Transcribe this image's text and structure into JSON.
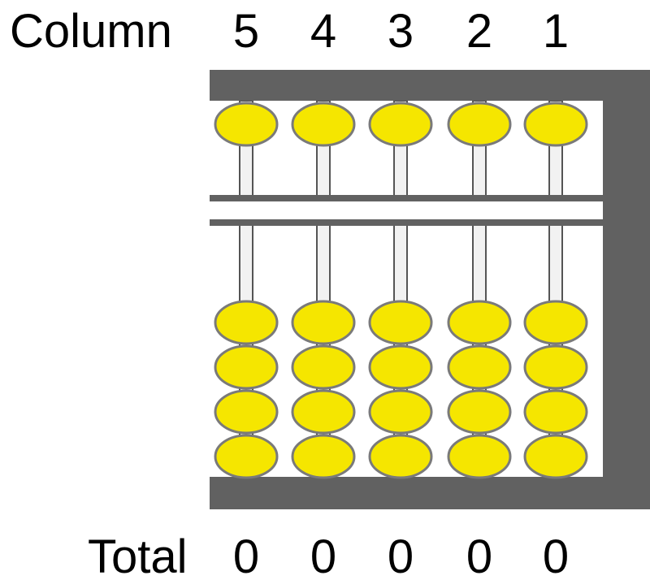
{
  "header": {
    "label": "Column",
    "columns": [
      "5",
      "4",
      "3",
      "2",
      "1"
    ]
  },
  "footer": {
    "label": "Total",
    "totals": [
      "0",
      "0",
      "0",
      "0",
      "0"
    ]
  },
  "abacus": {
    "upper_beads_per_rod": 1,
    "lower_beads_per_rod": 4
  },
  "colors": {
    "frame": "#616161",
    "bead_fill": "#f5e600",
    "bead_stroke": "#7a7a7a",
    "rod_fill": "#f2f2f2",
    "rod_stroke": "#555555"
  }
}
